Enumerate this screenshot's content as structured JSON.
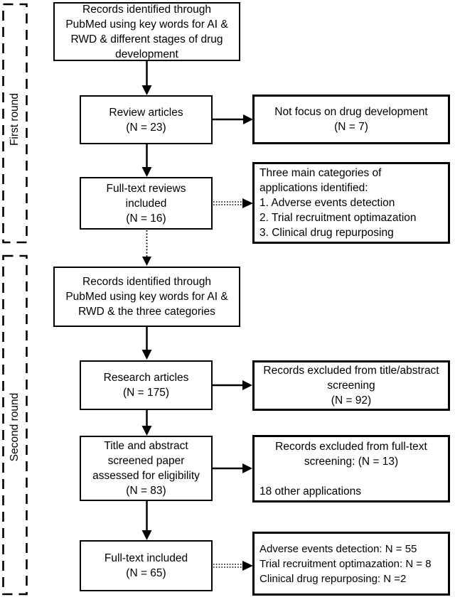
{
  "colors": {
    "border": "#000000",
    "text": "#000000",
    "background": "#ffffff"
  },
  "rounds": [
    {
      "label": "First round"
    },
    {
      "label": "Second round"
    }
  ],
  "boxes": {
    "records_first": {
      "lines": [
        "Records identified through",
        "PubMed using key words for AI &",
        "RWD & different stages of drug",
        "development"
      ]
    },
    "review_articles": {
      "lines": [
        "Review articles",
        "(N = 23)"
      ]
    },
    "not_focus": {
      "lines": [
        "Not focus on drug development",
        "(N = 7)"
      ]
    },
    "fulltext_reviews": {
      "lines": [
        "Full-text reviews",
        "included",
        "(N = 16)"
      ]
    },
    "three_categories": {
      "lines": [
        "Three main categories of",
        "applications identified:",
        "1. Adverse events detection",
        "2. Trial recruitment optimazation",
        "3. Clinical drug repurposing"
      ]
    },
    "records_second": {
      "lines": [
        "Records identified through",
        "PubMed using key words for AI &",
        "RWD & the three categories"
      ]
    },
    "research_articles": {
      "lines": [
        "Research articles",
        "(N = 175)"
      ]
    },
    "excluded_title_abstract": {
      "lines": [
        "Records excluded from title/abstract",
        "screening",
        "(N = 92)"
      ]
    },
    "title_abstract_screened": {
      "lines": [
        "Title and abstract",
        "screened paper",
        "assessed for eligibility",
        "(N = 83)"
      ]
    },
    "excluded_fulltext": {
      "lines": [
        "Records excluded from full-text",
        "screening: (N = 13)",
        "",
        "18 other applications"
      ]
    },
    "fulltext_included": {
      "lines": [
        "Full-text included",
        "(N = 65)"
      ]
    },
    "final_counts": {
      "lines": [
        "Adverse events detection: N = 55",
        "Trial recruitment optimazation: N = 8",
        "Clinical drug repurposing: N =2"
      ]
    }
  }
}
